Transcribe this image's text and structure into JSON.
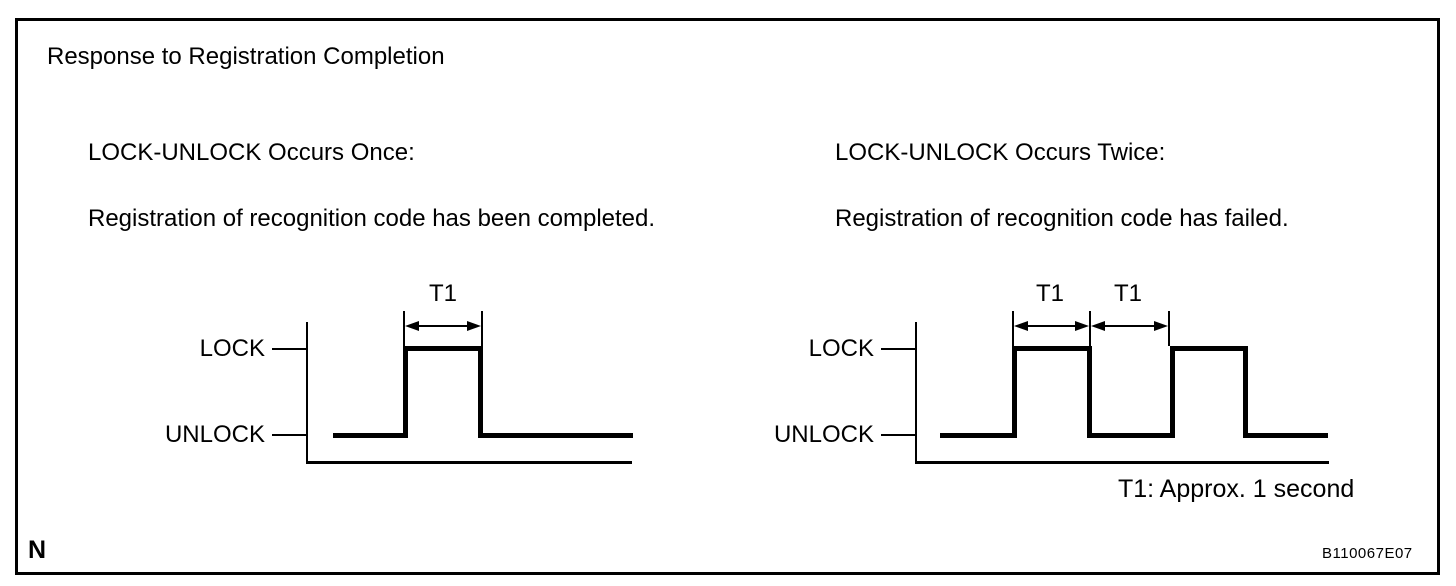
{
  "title": "Response to Registration Completion",
  "diagrams": {
    "once": {
      "heading": "LOCK-UNLOCK Occurs Once:",
      "description": "Registration of recognition code has been completed.",
      "lock_label": "LOCK",
      "unlock_label": "UNLOCK",
      "t1_labels": [
        "T1"
      ],
      "pulse_count": 1
    },
    "twice": {
      "heading": "LOCK-UNLOCK Occurs Twice:",
      "description": "Registration of recognition code has failed.",
      "lock_label": "LOCK",
      "unlock_label": "UNLOCK",
      "t1_labels": [
        "T1",
        "T1"
      ],
      "pulse_count": 2
    }
  },
  "footnote": "T1: Approx. 1 second",
  "page_marker": "N",
  "figure_id": "B110067E07",
  "line_color": "#000000"
}
